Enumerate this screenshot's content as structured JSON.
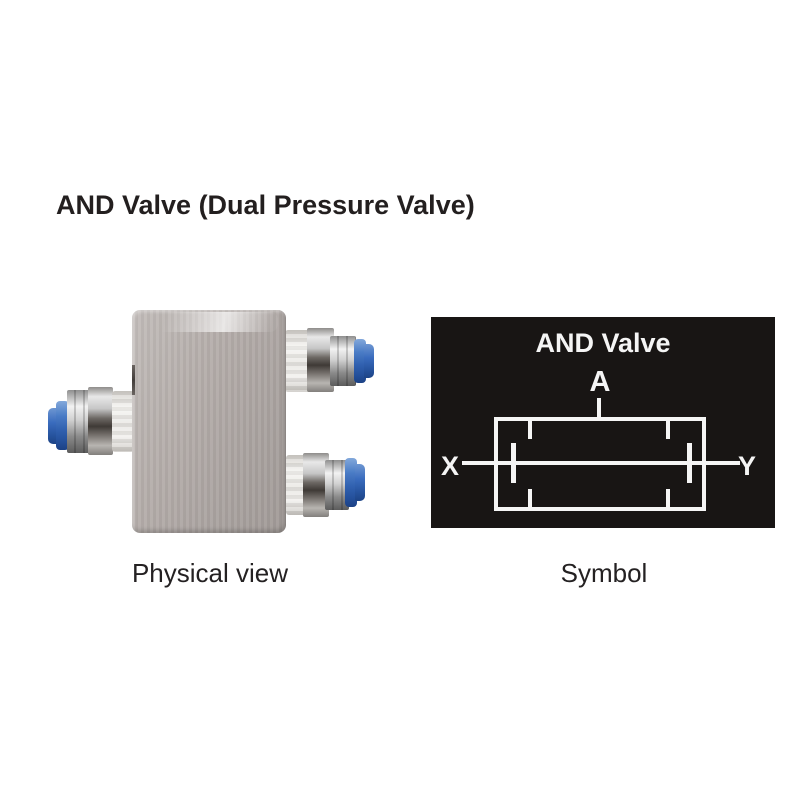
{
  "title": "AND Valve (Dual Pressure Valve)",
  "figures": {
    "physical": {
      "caption": "Physical view",
      "photo_description": "metal valve block with three blue push-in pneumatic fittings"
    },
    "symbol": {
      "caption": "Symbol",
      "heading": "AND Valve",
      "ports": {
        "top": "A",
        "left": "X",
        "right": "Y"
      }
    }
  },
  "colors": {
    "page_background": "#ffffff",
    "title_text": "#231f1f",
    "caption_text": "#242122",
    "symbol_panel_background": "#181514",
    "symbol_line": "#f5f5f5",
    "fitting_blue": "#3a6cbe",
    "valve_block_metal": "#b0a9a6"
  }
}
